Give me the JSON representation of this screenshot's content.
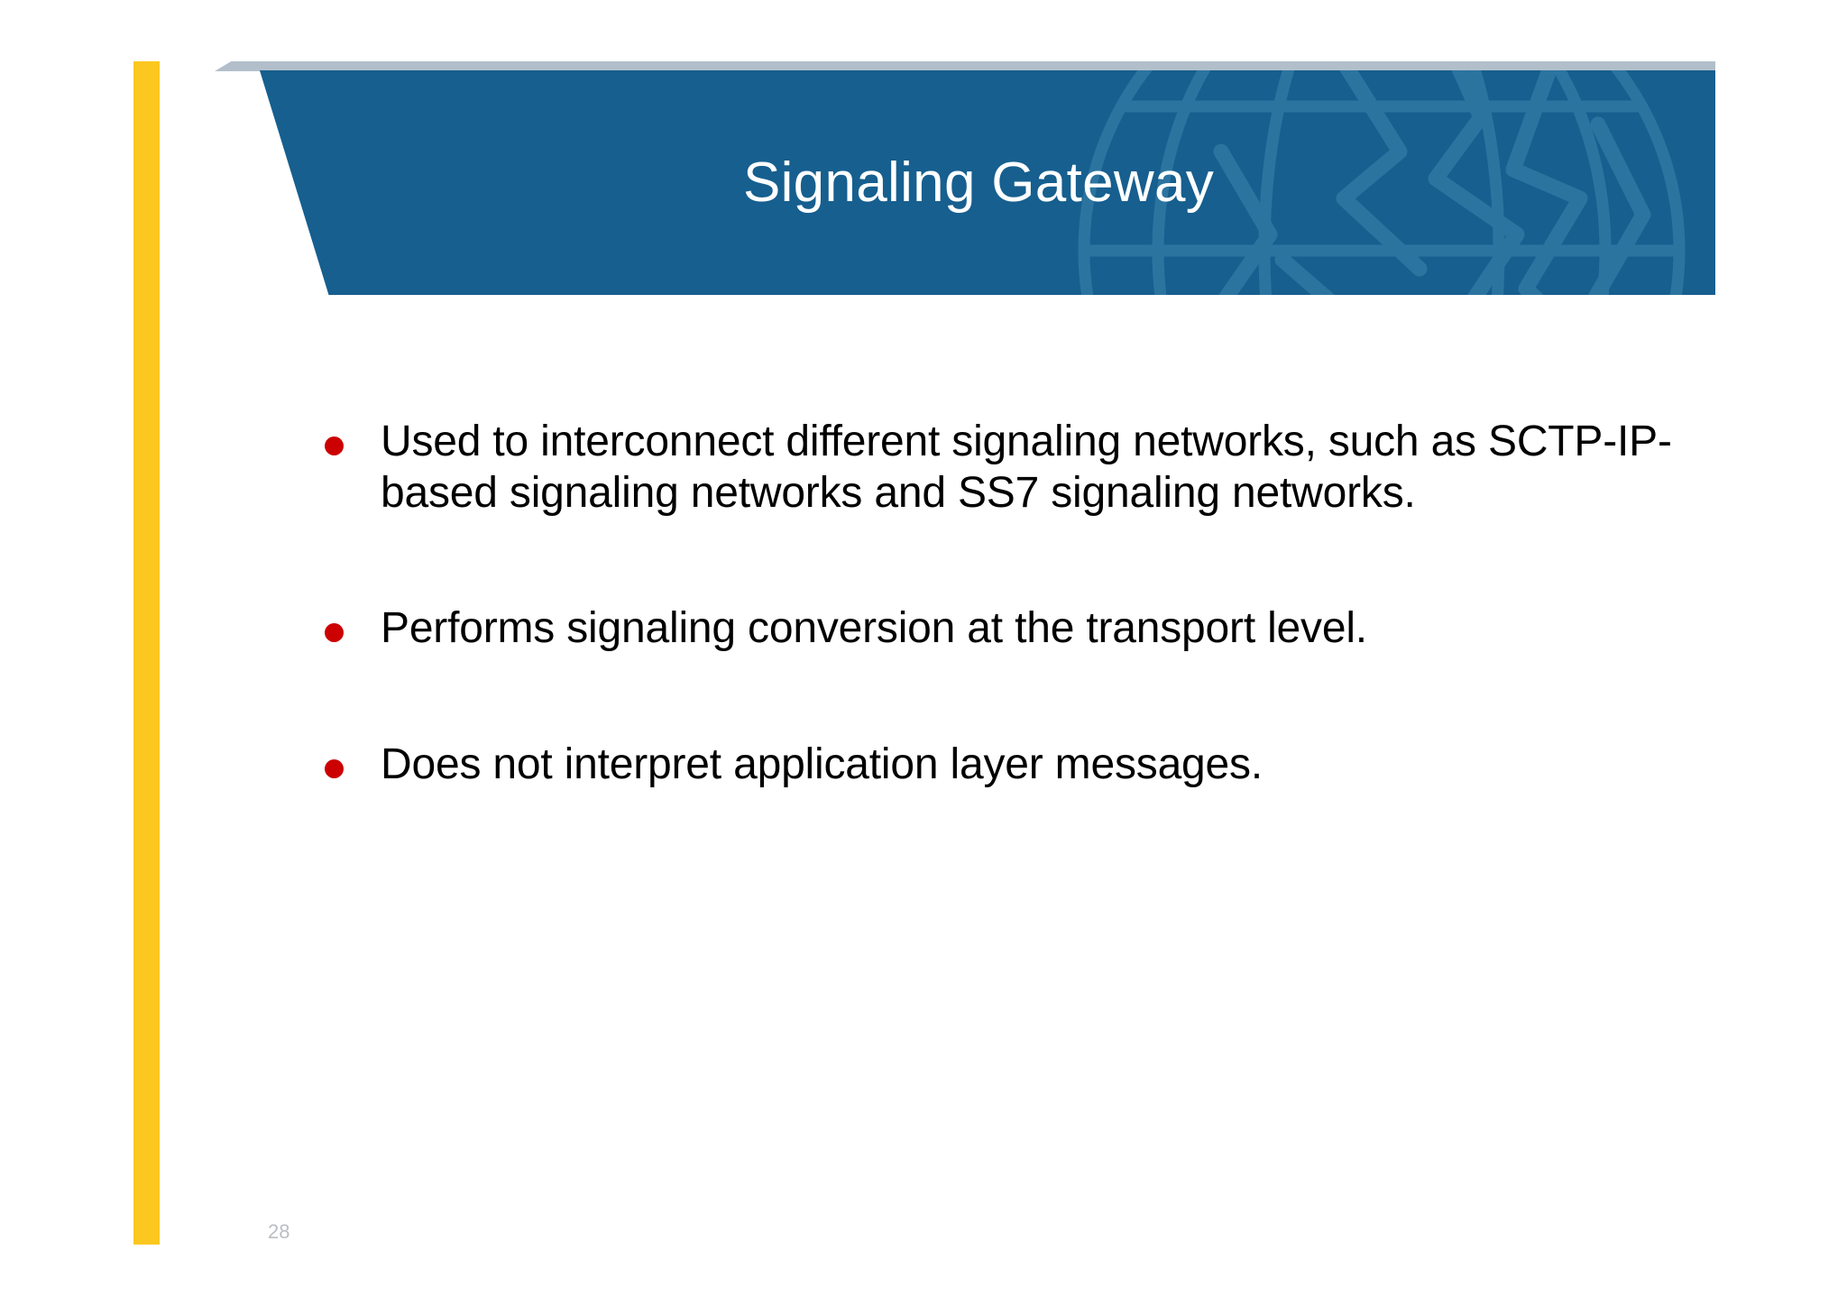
{
  "slide": {
    "title": "Signaling Gateway",
    "page_number": "28",
    "bullets": [
      {
        "text": "Used to interconnect different signaling networks, such as SCTP-IP-based signaling networks and SS7 signaling networks."
      },
      {
        "text": "Performs signaling conversion at the transport level."
      },
      {
        "text": "Does not interpret application layer messages."
      }
    ],
    "colors": {
      "banner_blue": "#165f8f",
      "banner_gray_strip": "#b2bfcb",
      "accent_yellow": "#fcc81f",
      "bullet_red": "#cc0000",
      "title_text": "#ffffff",
      "body_text": "#000000",
      "page_number_text": "#b9bec4",
      "globe_line": "#2c74a0",
      "background": "#ffffff"
    }
  }
}
